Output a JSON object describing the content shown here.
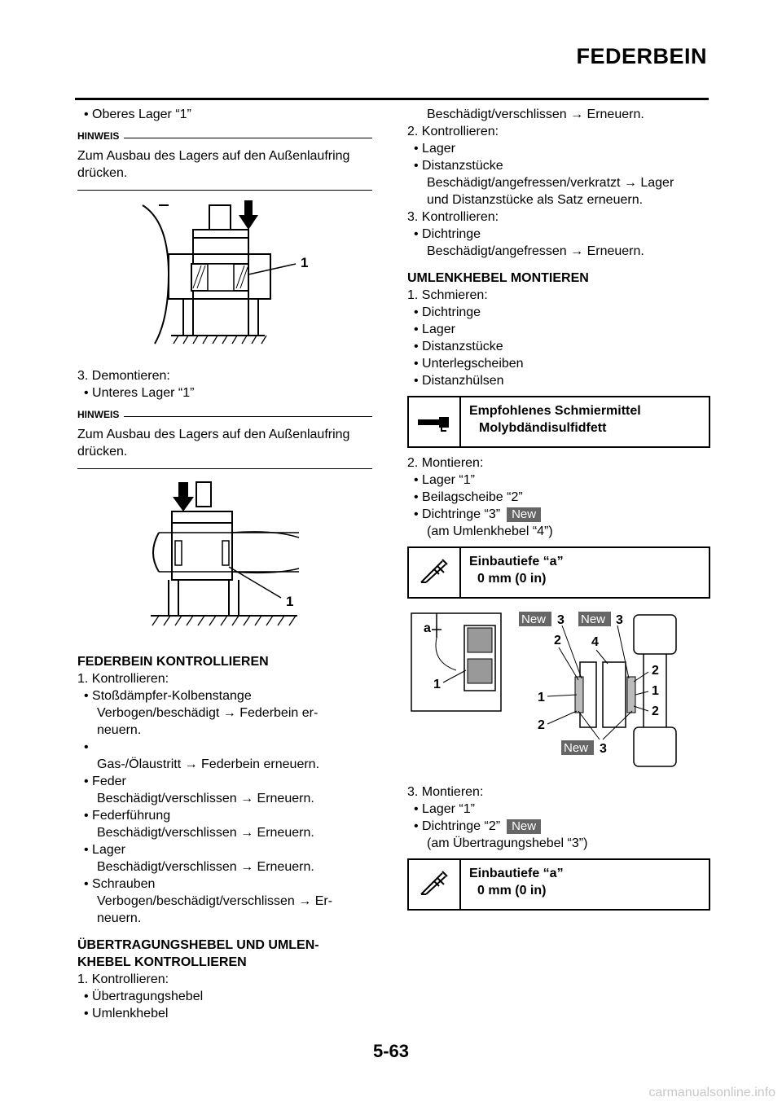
{
  "header": {
    "title": "FEDERBEIN"
  },
  "left": {
    "item_oberes": "• Oberes Lager “1”",
    "note1_label": "HINWEIS",
    "note1_text_l1": "Zum Ausbau des Lagers auf den Außenlaufring",
    "note1_text_l2": "drücken.",
    "fig1_callout": "1",
    "step3": "3.  Demontieren:",
    "item_unteres": "• Unteres Lager “1”",
    "note2_label": "HINWEIS",
    "note2_text_l1": "Zum Ausbau des Lagers auf den Außenlaufring",
    "note2_text_l2": "drücken.",
    "fig2_callout": "1",
    "sec_kontrollieren": "FEDERBEIN KONTROLLIEREN",
    "k_step1": "1.  Kontrollieren:",
    "k_l1": "• Stoßdämpfer-Kolbenstange",
    "k_l2": "Verbogen/beschädigt → Federbein er-",
    "k_l3": "neuern.",
    "k_l4": "•",
    "k_l5": "Gas-/Ölaustritt → Federbein erneuern.",
    "k_l6": "• Feder",
    "k_l7": "Beschädigt/verschlissen → Erneuern.",
    "k_l8": "• Federführung",
    "k_l9": "Beschädigt/verschlissen → Erneuern.",
    "k_l10": "• Lager",
    "k_l11": "Beschädigt/verschlissen → Erneuern.",
    "k_l12": "• Schrauben",
    "k_l13": "Verbogen/beschädigt/verschlissen → Er-",
    "k_l14": "neuern.",
    "sec_hebel_l1": "ÜBERTRAGUNGSHEBEL UND UMLEN-",
    "sec_hebel_l2": "KHEBEL KONTROLLIEREN",
    "h_step1": "1.  Kontrollieren:",
    "h_l1": "• Übertragungshebel",
    "h_l2": "• Umlenkhebel"
  },
  "right": {
    "r_l1": "Beschädigt/verschlissen → Erneuern.",
    "r_step2": "2.  Kontrollieren:",
    "r_l2": "• Lager",
    "r_l3": "• Distanzstücke",
    "r_l4": "Beschädigt/angefressen/verkratzt → Lager",
    "r_l5": "und Distanzstücke als Satz erneuern.",
    "r_step3": "3.  Kontrollieren:",
    "r_l6": "• Dichtringe",
    "r_l7": "Beschädigt/angefressen → Erneuern.",
    "sec_montieren": "UMLENKHEBEL MONTIEREN",
    "m_step1": "1.  Schmieren:",
    "m_l1": "• Dichtringe",
    "m_l2": "• Lager",
    "m_l3": "• Distanzstücke",
    "m_l4": "• Unterlegscheiben",
    "m_l5": "• Distanzhülsen",
    "lube_title": "Empfohlenes Schmiermittel",
    "lube_value": "Molybdändisulfidfett",
    "m_step2": "2.  Montieren:",
    "m_l6": "• Lager “1”",
    "m_l7": "• Beilagscheibe “2”",
    "m_l8": "• Dichtringe “3”",
    "m_l9": "(am Umlenkhebel “4”)",
    "spec1_title": "Einbautiefe “a”",
    "spec1_value": "0 mm (0 in)",
    "fig3": {
      "new": "New",
      "a": "a",
      "n1": "1",
      "n2": "2",
      "n3": "3",
      "n4": "4"
    },
    "m_step3": "3.  Montieren:",
    "m_l10": "• Lager “1”",
    "m_l11": "• Dichtringe “2”",
    "m_l12": "(am Übertragungshebel “3”)",
    "spec2_title": "Einbautiefe “a”",
    "spec2_value": "0 mm (0 in)",
    "new_badge": "New"
  },
  "footer": {
    "page_number": "5-63",
    "url": "carmanualsonline.info"
  }
}
